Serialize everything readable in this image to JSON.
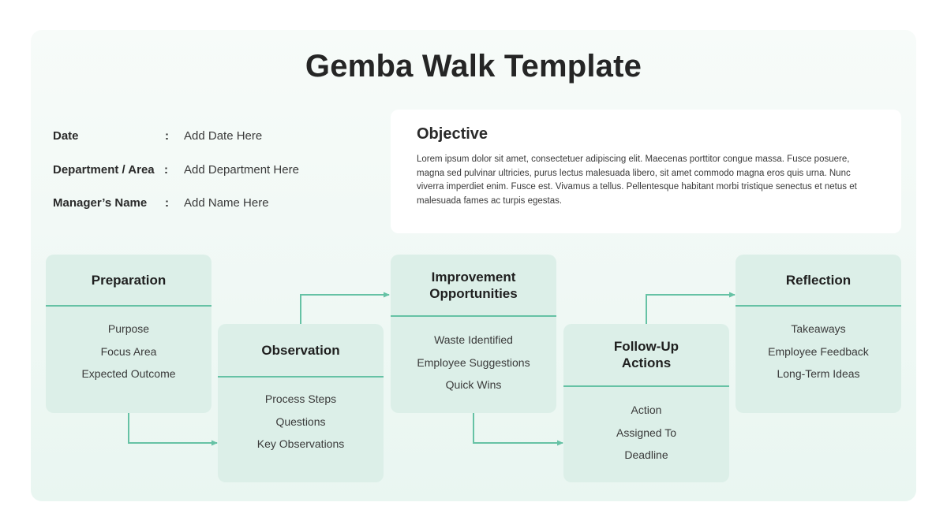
{
  "title": "Gemba Walk Template",
  "info": {
    "date_label": "Date",
    "date_value": "Add Date Here",
    "department_label": "Department / Area",
    "department_value": "Add Department Here",
    "manager_label": "Manager’s Name",
    "manager_value": "Add Name Here",
    "colon": ":"
  },
  "objective": {
    "title": "Objective",
    "text": "Lorem ipsum dolor sit amet, consectetuer adipiscing elit. Maecenas porttitor congue massa. Fusce posuere, magna sed pulvinar ultricies, purus lectus malesuada libero, sit amet commodo magna eros quis urna. Nunc viverra imperdiet enim. Fusce est. Vivamus a tellus. Pellentesque habitant morbi tristique senectus et netus et malesuada fames ac turpis egestas."
  },
  "steps": [
    {
      "title": "Preparation",
      "items": [
        "Purpose",
        "Focus Area",
        "Expected Outcome"
      ]
    },
    {
      "title": "Observation",
      "items": [
        "Process Steps",
        "Questions",
        "Key Observations"
      ]
    },
    {
      "title": "Improvement Opportunities",
      "items": [
        "Waste Identified",
        "Employee Suggestions",
        "Quick Wins"
      ]
    },
    {
      "title": "Follow-Up Actions",
      "items": [
        "Action",
        "Assigned To",
        "Deadline"
      ]
    },
    {
      "title": "Reflection",
      "items": [
        "Takeaways",
        "Employee Feedback",
        "Long-Term Ideas"
      ]
    }
  ],
  "colors": {
    "accent": "#66c2a5",
    "card_background": "#dcefe8",
    "panel_background": "#f2f9f6"
  }
}
